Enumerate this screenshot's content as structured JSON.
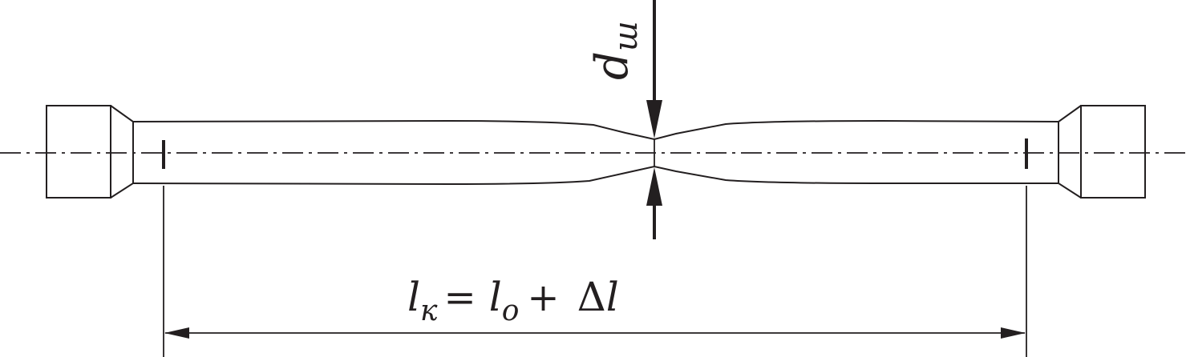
{
  "figure": {
    "diameter_label": {
      "symbol": "d",
      "subscript": "ш"
    },
    "length_formula": {
      "lhs_symbol": "l",
      "lhs_subscript": "к",
      "equals": "=",
      "term1_symbol": "l",
      "term1_subscript": "o",
      "plus": "+",
      "delta": "Δ",
      "term2_symbol": "l"
    }
  }
}
